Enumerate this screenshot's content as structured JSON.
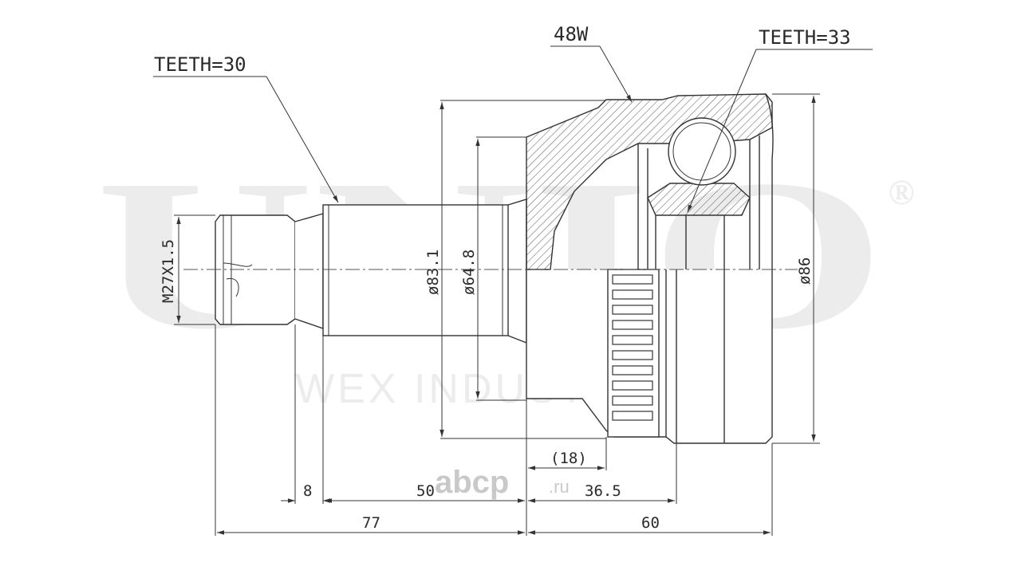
{
  "watermark": {
    "brand": "UNIO",
    "registered": "®",
    "company": "WEX INDUSTRIES"
  },
  "site_mark": {
    "name": "abcp",
    "suffix": ".ru"
  },
  "callouts": {
    "teeth_left": "TEETH=30",
    "teeth_right": "TEETH=33",
    "abs": "48W"
  },
  "dimensions": {
    "thread": "M27X1.5",
    "dia_shaft": "ø83.1",
    "dia_seal": "ø64.8",
    "dia_outer": "ø86",
    "len_18": "(18)",
    "len_8": "8",
    "len_50": "50",
    "len_36_5": "36.5",
    "len_77": "77",
    "len_60": "60"
  }
}
